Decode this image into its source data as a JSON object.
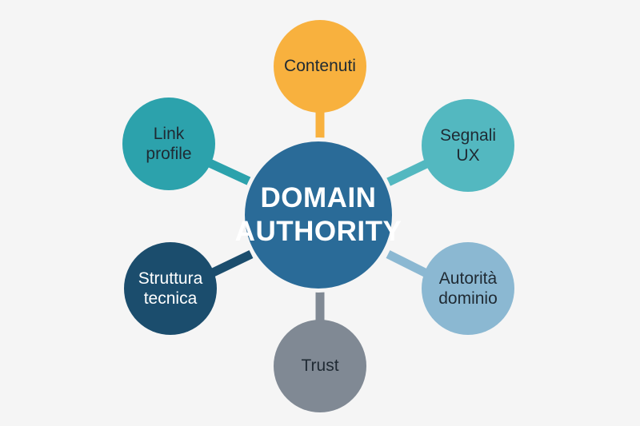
{
  "center": {
    "label": "DOMAIN\nAUTHORITY",
    "color": "#2a6b98"
  },
  "nodes": {
    "contenuti": {
      "label": "Contenuti",
      "color": "#f8b13e",
      "text_color": "#1f2a33"
    },
    "segnali": {
      "label": "Segnali\nUX",
      "color": "#53b8c0",
      "text_color": "#1f2a33"
    },
    "autorita": {
      "label": "Autorità\ndominio",
      "color": "#8bb8d2",
      "text_color": "#1f2a33"
    },
    "trust": {
      "label": "Trust",
      "color": "#808994",
      "text_color": "#1f2a33"
    },
    "struttura": {
      "label": "Struttura\ntecnica",
      "color": "#1b4d6d",
      "text_color": "#ffffff"
    },
    "link": {
      "label": "Link\nprofile",
      "color": "#2ca2ac",
      "text_color": "#1f2a33"
    }
  }
}
